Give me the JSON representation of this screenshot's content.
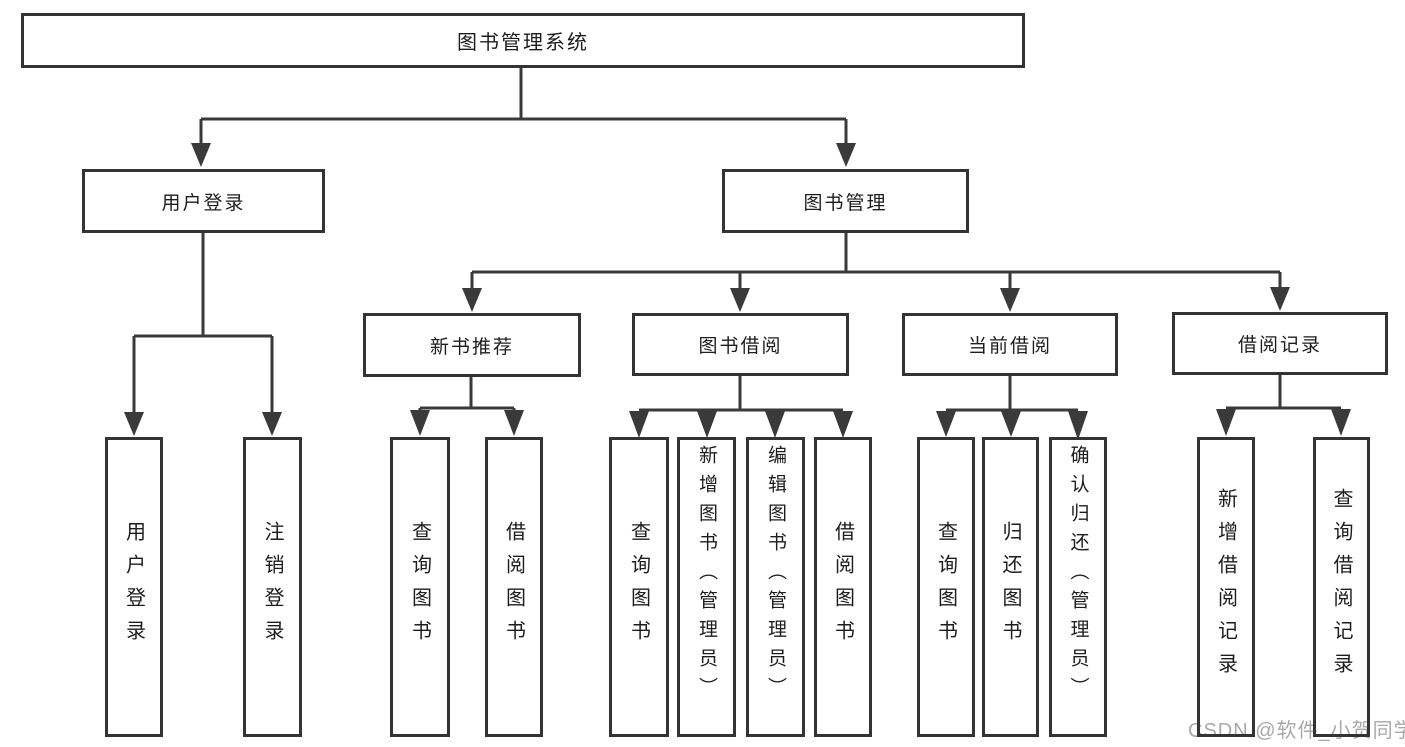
{
  "colors": {
    "background": "#ffffff",
    "line": "#3a3a3a",
    "box_border": "#333333",
    "text": "#1d1d1d",
    "watermark_text": "#a9a9a9"
  },
  "diagram": {
    "root": "图书管理系统",
    "level2": {
      "user_login": "用户登录",
      "book_management": "图书管理"
    },
    "level3": {
      "new_book_recommend": "新书推荐",
      "book_borrowing": "图书借阅",
      "current_borrowing": "当前借阅",
      "borrowing_records": "借阅记录"
    },
    "leaves": {
      "user_login": "用户登录",
      "logout": "注销登录",
      "nbr_query_books": "查询图书",
      "nbr_borrow_books": "借阅图书",
      "bb_query_books": "查询图书",
      "bb_add_books_admin": "新增图书（管理员）",
      "bb_edit_books_admin": "编辑图书（管理员）",
      "bb_borrow_books": "借阅图书",
      "cb_query_books": "查询图书",
      "cb_return_books": "归还图书",
      "cb_confirm_return_admin": "确认归还（管理员）",
      "br_add_record": "新增借阅记录",
      "br_query_record": "查询借阅记录"
    }
  },
  "watermark": "CSDN @软件_小贺同学"
}
